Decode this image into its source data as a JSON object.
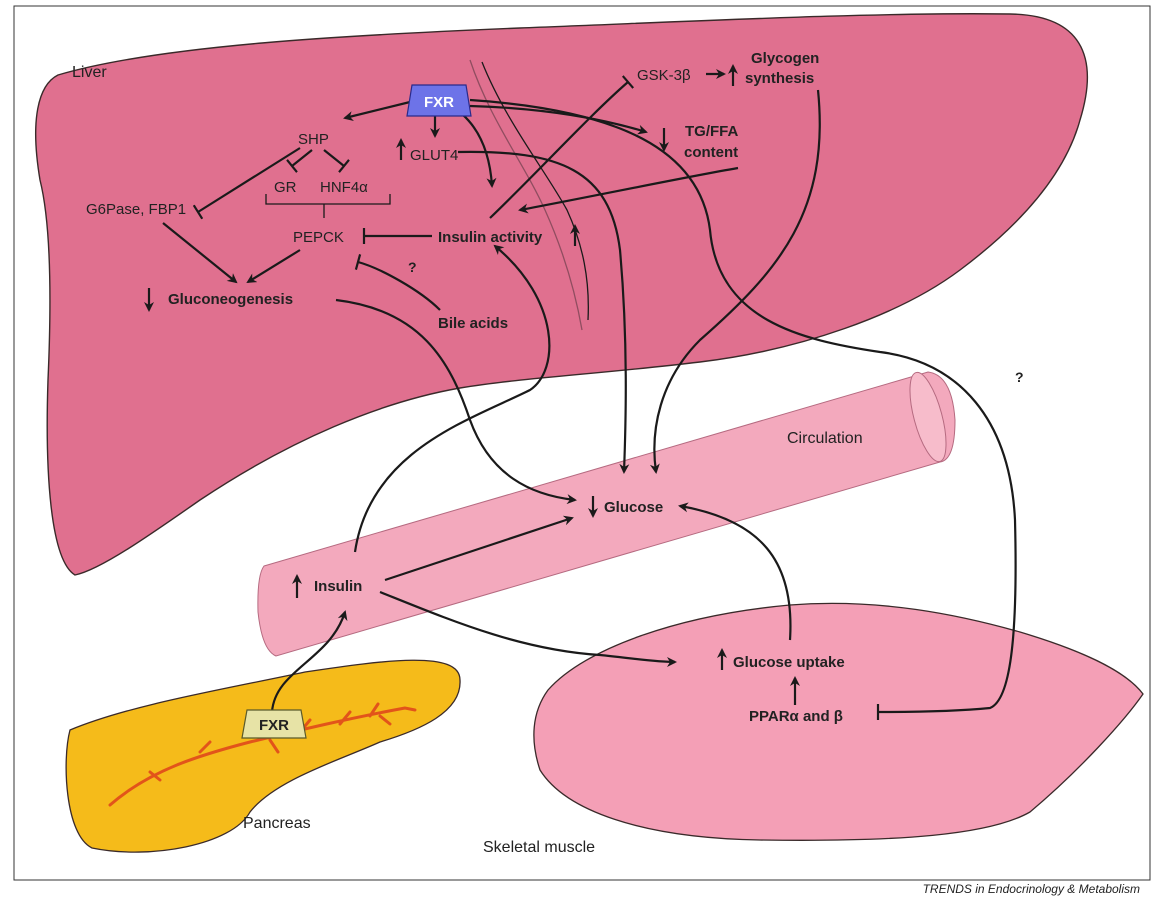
{
  "organs": {
    "liver": "Liver",
    "circulation": "Circulation",
    "pancreas": "Pancreas",
    "muscle": "Skeletal muscle"
  },
  "nodes": {
    "fxr_liver": "FXR",
    "fxr_pancreas": "FXR",
    "shp": "SHP",
    "gr": "GR",
    "hnf4a": "HNF4α",
    "g6pase": "G6Pase, FBP1",
    "pepck": "PEPCK",
    "gluconeogenesis": "Gluconeogenesis",
    "glut4": "GLUT4",
    "gsk3b": "GSK-3β",
    "glycogen_1": "Glycogen",
    "glycogen_2": "synthesis",
    "tgffa_1": "TG/FFA",
    "tgffa_2": "content",
    "insulin_activity": "Insulin activity",
    "bile_acids": "Bile acids",
    "question_1": "?",
    "question_2": "?",
    "glucose": "Glucose",
    "insulin": "Insulin",
    "glucose_uptake": "Glucose uptake",
    "ppar": "PPARα and β"
  },
  "footer": "TRENDS in Endocrinology & Metabolism",
  "colors": {
    "liver": "#e0708f",
    "circulation": "#f3a9bd",
    "pancreas": "#f5bb1a",
    "pancreas_duct": "#e2541a",
    "muscle": "#f49fb6",
    "fxr_liver": "#6d73e8",
    "fxr_pancreas": "#e7e3a6"
  }
}
